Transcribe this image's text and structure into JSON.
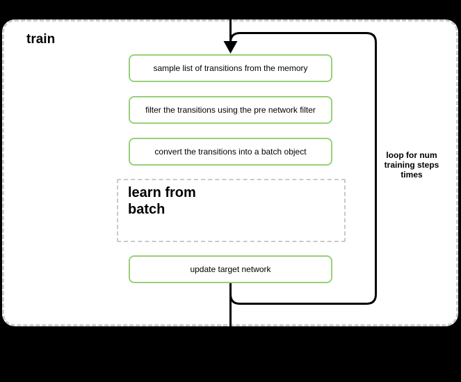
{
  "diagram": {
    "title": "train",
    "steps": [
      {
        "label": "sample list of transitions from the memory"
      },
      {
        "label": "filter the transitions using the pre network filter"
      },
      {
        "label": "convert the transitions into a batch object"
      }
    ],
    "subprocess": {
      "label": "learn from\nbatch"
    },
    "final_step": {
      "label": "update target network"
    },
    "loop_label": "loop for num\ntraining steps\ntimes",
    "colors": {
      "background": "#000000",
      "container_fill": "#ffffff",
      "container_border": "#cccccc",
      "step_border_green": "#97d077",
      "subprocess_border": "#c9c9c9",
      "line_color": "#000000",
      "text_color": "#000000"
    }
  }
}
